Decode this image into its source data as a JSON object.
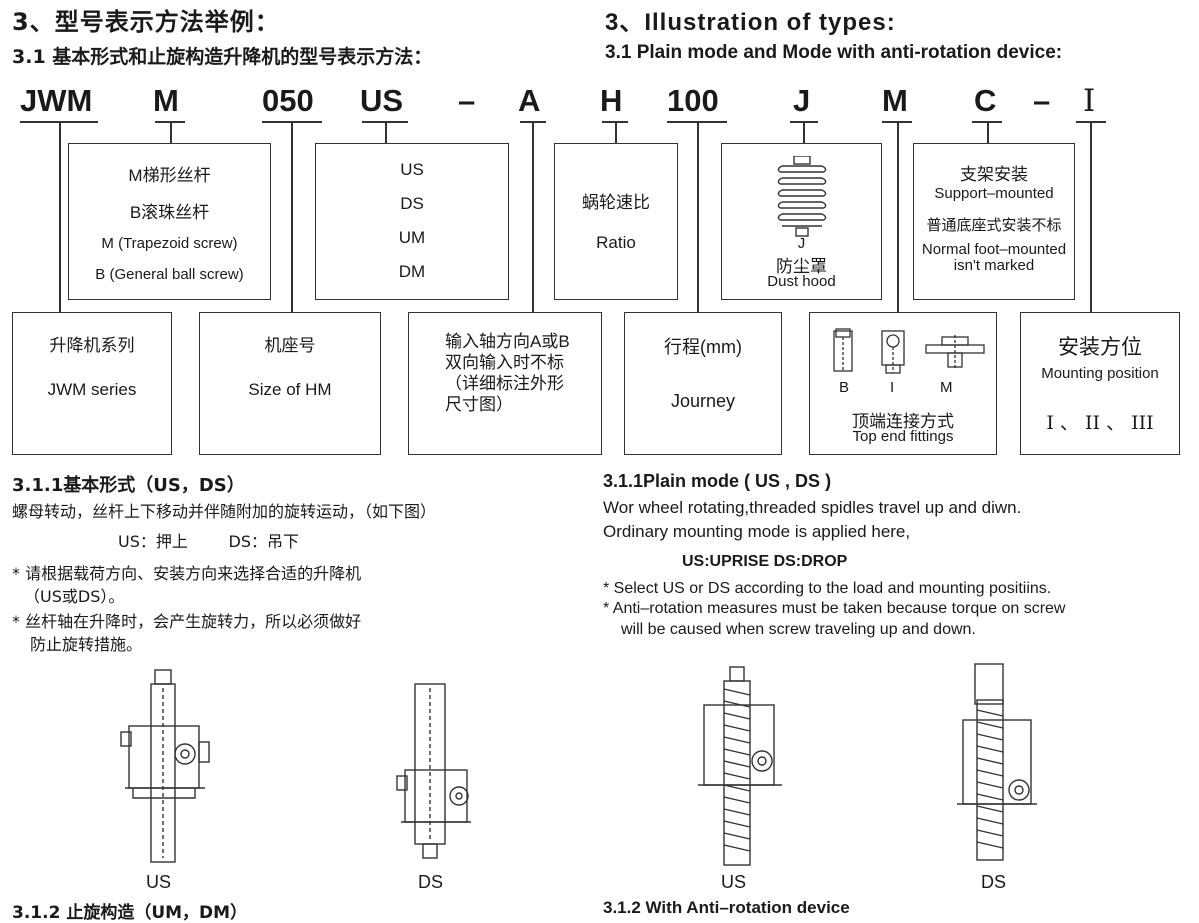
{
  "header": {
    "cn_title": "3、型号表示方法举例：",
    "en_title": "3、Illustration of types:",
    "cn_sub": "3.1 基本形式和止旋构造升降机的型号表示方法：",
    "en_sub": "3.1 Plain mode and Mode with anti-rotation device:"
  },
  "code": [
    "JWM",
    "M",
    "050",
    "US",
    "–",
    "A",
    "H",
    "100",
    "J",
    "M",
    "C",
    "–",
    "I"
  ],
  "upper_boxes": {
    "screw": [
      "M梯形丝杆",
      "B滚珠丝杆",
      "M (Trapezoid screw)",
      "B (General ball screw)"
    ],
    "direction": [
      "US",
      "DS",
      "UM",
      "DM"
    ],
    "ratio": [
      "蜗轮速比",
      "Ratio"
    ],
    "dust": [
      "J",
      "防尘罩",
      "Dust hood"
    ],
    "support": [
      "支架安装",
      "Support–mounted",
      "普通底座式安装不标",
      "Normal foot–mounted",
      "isn't marked"
    ]
  },
  "lower_boxes": {
    "series": [
      "升降机系列",
      "JWM series"
    ],
    "size": [
      "机座号",
      "Size of HM"
    ],
    "input": [
      "输入轴方向A或B",
      "双向输入时不标",
      "（详细标注外形",
      "尺寸图）"
    ],
    "journey": [
      "行程(mm)",
      "Journey"
    ],
    "fitting_labels": [
      "B",
      "I",
      "M"
    ],
    "fitting": [
      "顶端连接方式",
      "Top end fittings"
    ],
    "mounting": [
      "安装方位",
      "Mounting position",
      "I 、 II 、 III"
    ]
  },
  "section_cn": {
    "title": "3.1.1基本形式（US，DS）",
    "line1": "螺母转动，丝杆上下移动并伴随附加的旋转运动，（如下图）",
    "line2": "US：押上        DS：吊下",
    "note1a": "* 请根据载荷方向、安装方向来选择合适的升降机",
    "note1b": "（US或DS）。",
    "note2a": "* 丝杆轴在升降时，会产生旋转力，所以必须做好",
    "note2b": "防止旋转措施。",
    "cap_us": "US",
    "cap_ds": "DS",
    "next": "3.1.2 止旋构造（UM，DM）"
  },
  "section_en": {
    "title": "3.1.1Plain mode ( US , DS )",
    "line1": "Wor wheel rotating,threaded spidles travel up and diwn.",
    "line2": "Ordinary mounting mode is applied here,",
    "line3": "US:UPRISE DS:DROP",
    "note1": "* Select US or DS according to the load and mounting positiins.",
    "note2a": "* Anti–rotation measures must be taken because torque on screw",
    "note2b": "will be caused when screw traveling up and down.",
    "cap_us": "US",
    "cap_ds": "DS",
    "next": "3.1.2 With Anti–rotation device"
  }
}
